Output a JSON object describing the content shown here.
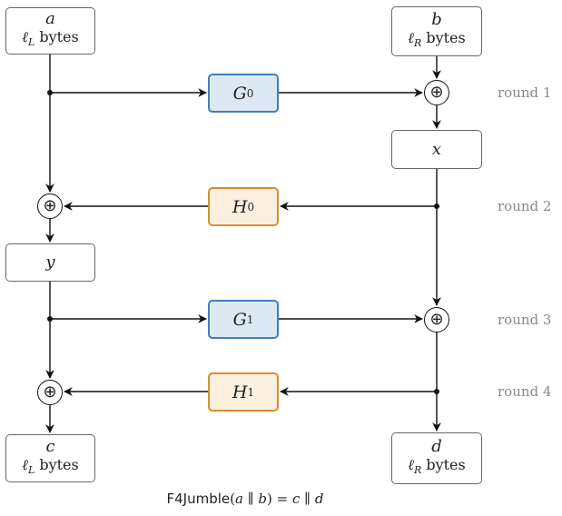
{
  "inputs": {
    "a": {
      "var": "a",
      "size": "bytes",
      "size_sym": "ℓ",
      "size_sub": "L"
    },
    "b": {
      "var": "b",
      "size": "bytes",
      "size_sym": "ℓ",
      "size_sub": "R"
    }
  },
  "intermediates": {
    "x": "x",
    "y": "y"
  },
  "outputs": {
    "c": {
      "var": "c",
      "size": "bytes",
      "size_sym": "ℓ",
      "size_sub": "L"
    },
    "d": {
      "var": "d",
      "size": "bytes",
      "size_sym": "ℓ",
      "size_sub": "R"
    }
  },
  "functions": {
    "g0": {
      "name": "G",
      "index": "0"
    },
    "h0": {
      "name": "H",
      "index": "0"
    },
    "g1": {
      "name": "G",
      "index": "1"
    },
    "h1": {
      "name": "H",
      "index": "1"
    }
  },
  "xor_symbol": "⊕",
  "rounds": [
    "round 1",
    "round 2",
    "round 3",
    "round 4"
  ],
  "caption": {
    "func": "F4Jumble",
    "open": "(",
    "arg1": "a",
    "concat": " ∥ ",
    "arg2": "b",
    "close": ") = ",
    "res1": "c",
    "res2": "d"
  },
  "colors": {
    "g_fill": "#dce9f4",
    "g_border": "#3f7fc0",
    "h_fill": "#fbefde",
    "h_border": "#d5902c"
  }
}
